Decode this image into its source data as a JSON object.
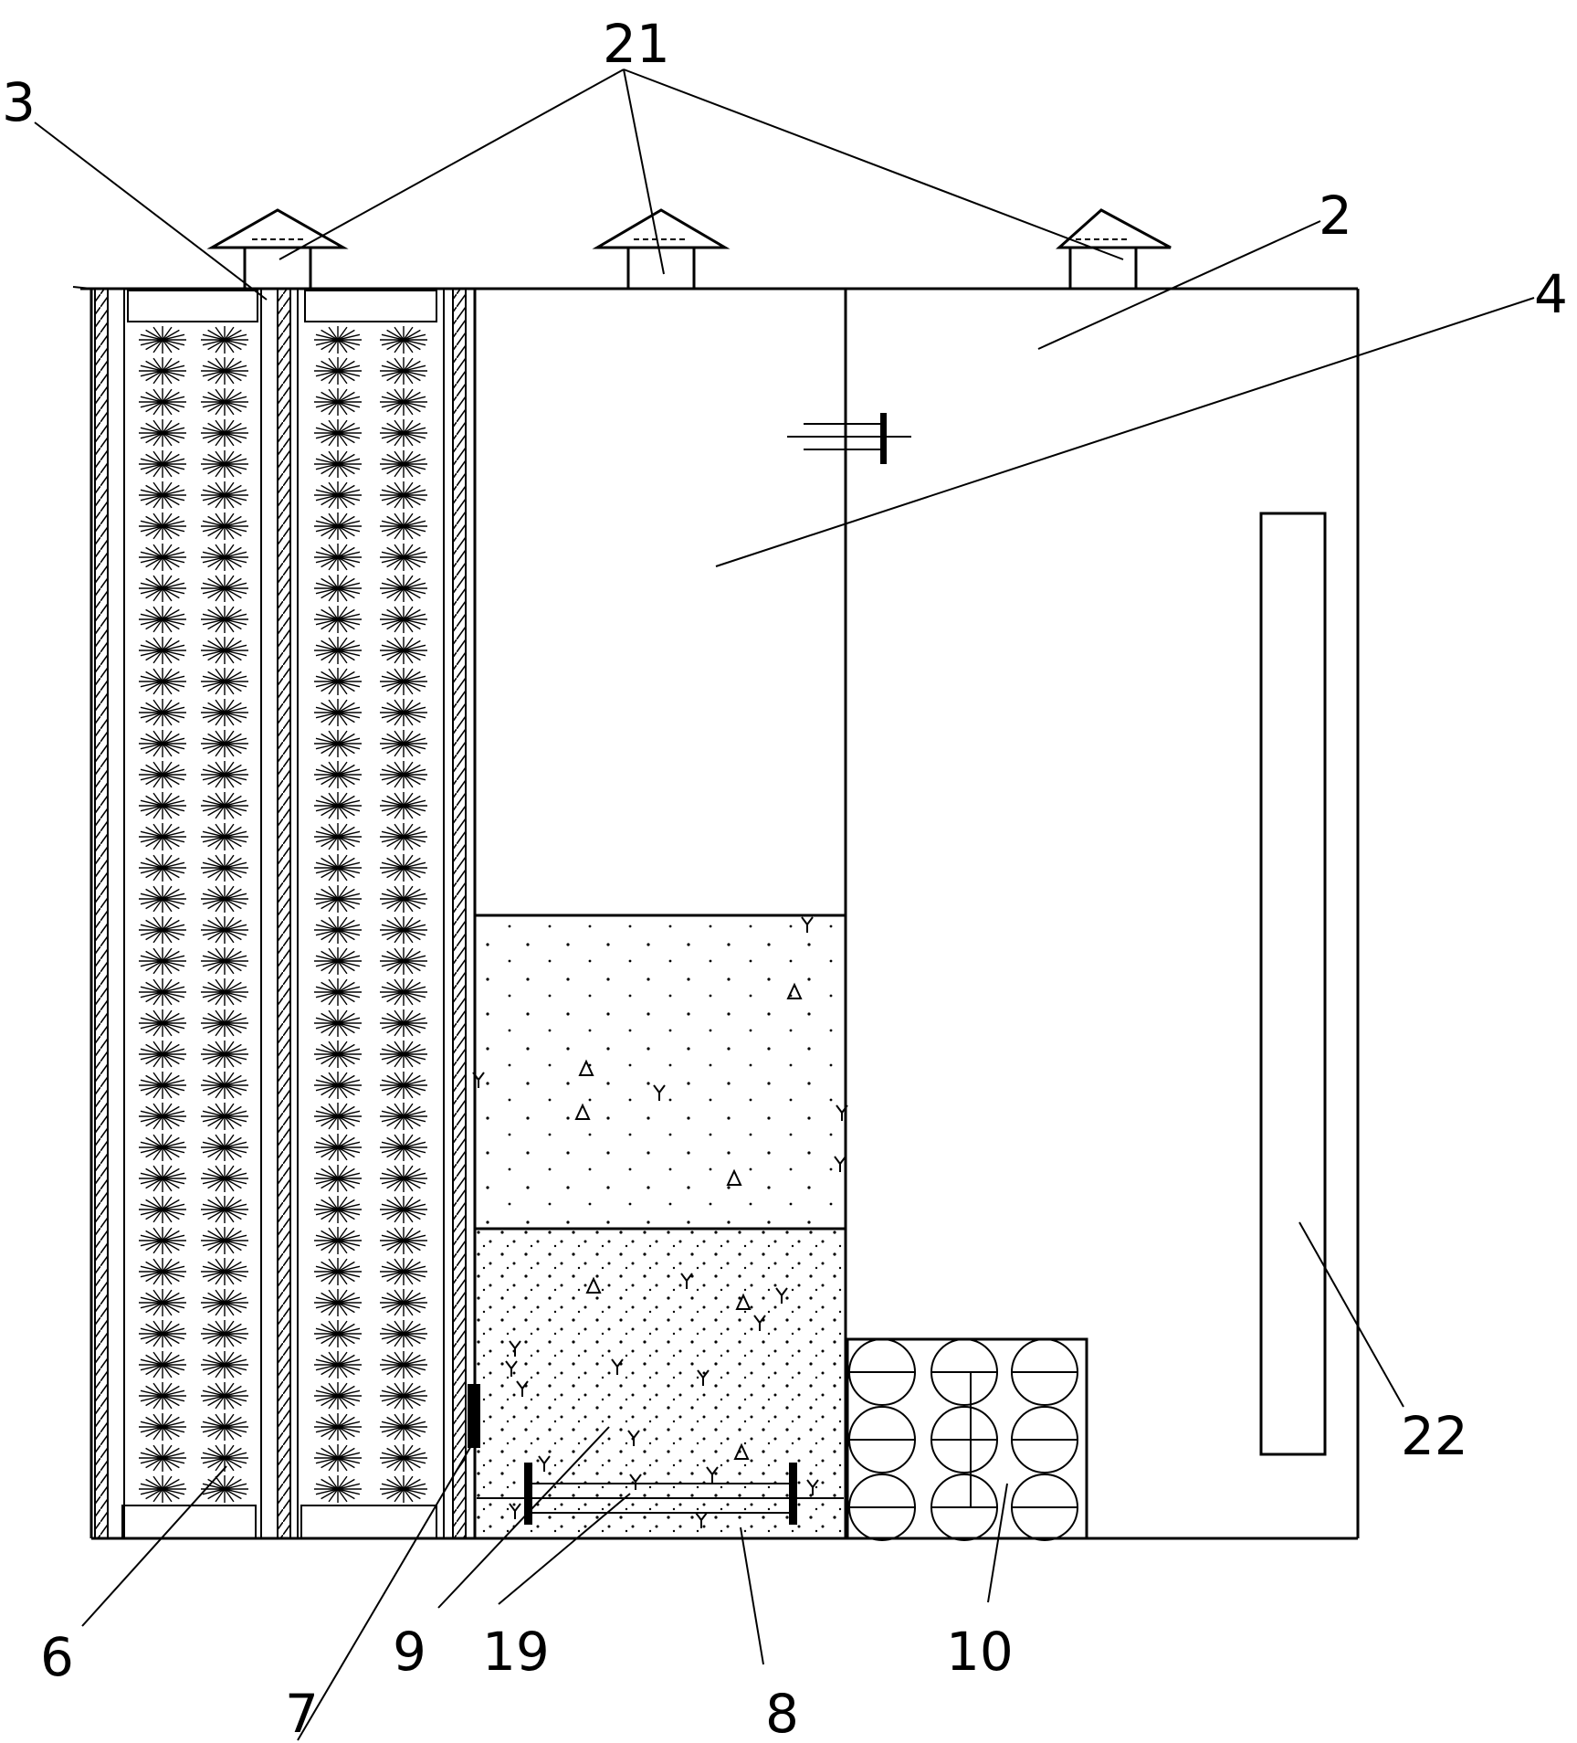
{
  "figure": {
    "labels": {
      "l21": "21",
      "l3": "3",
      "l2": "2",
      "l4": "4",
      "l22": "22",
      "l6": "6",
      "l7": "7",
      "l9": "9",
      "l19": "19",
      "l8": "8",
      "l10": "10"
    }
  }
}
